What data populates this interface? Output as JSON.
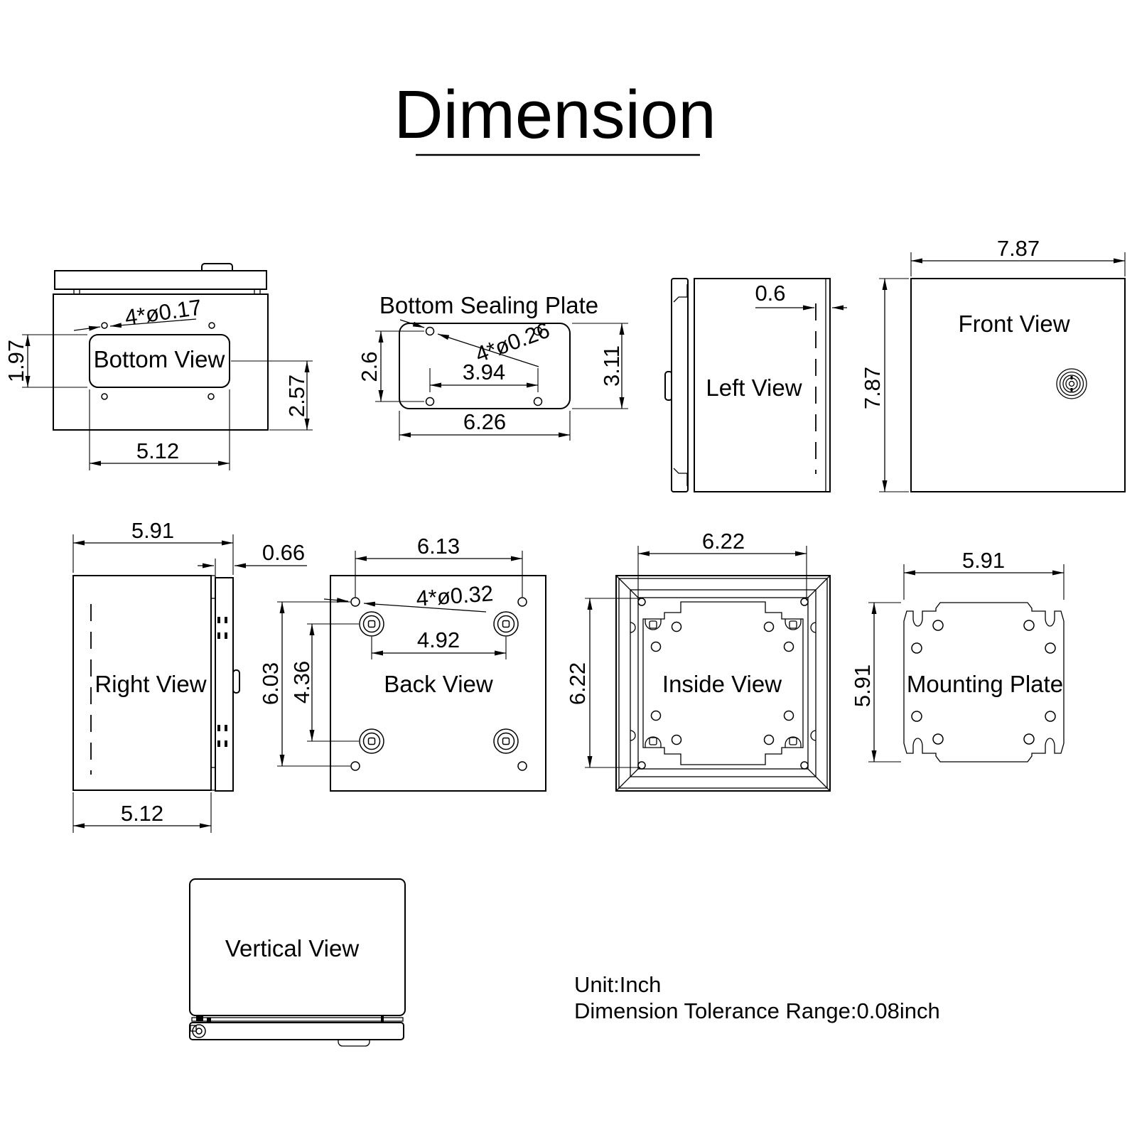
{
  "title": "Dimension",
  "views": {
    "bottom": {
      "label": "Bottom View",
      "holes": "4*ø0.17",
      "panel_height": "1.97",
      "lower_height": "2.57",
      "panel_width": "5.12"
    },
    "sealing": {
      "title": "Bottom Sealing Plate",
      "holes": "4*ø0.26",
      "hole_spacing_v": "2.6",
      "hole_spacing_h": "3.94",
      "plate_height": "3.11",
      "plate_width": "6.26"
    },
    "left": {
      "label": "Left View",
      "door_depth": "0.6"
    },
    "front": {
      "label": "Front View",
      "width": "7.87",
      "height": "7.87"
    },
    "right": {
      "label": "Right View",
      "depth_total": "5.91",
      "door_depth": "0.66",
      "body_depth": "5.12"
    },
    "back": {
      "label": "Back View",
      "hole_spacing_h": "6.13",
      "holes": "4*ø0.32",
      "grommet_spacing_h": "4.92",
      "hole_spacing_v": "6.03",
      "grommet_spacing_v": "4.36"
    },
    "inside": {
      "label": "Inside View",
      "width": "6.22",
      "height": "6.22"
    },
    "mounting": {
      "label": "Mounting Plate",
      "width": "5.91",
      "height": "5.91"
    },
    "vertical": {
      "label": "Vertical View"
    }
  },
  "notes": {
    "unit": "Unit:Inch",
    "tolerance": "Dimension Tolerance Range:0.08inch"
  },
  "colors": {
    "line": "#000000",
    "background": "#ffffff"
  }
}
